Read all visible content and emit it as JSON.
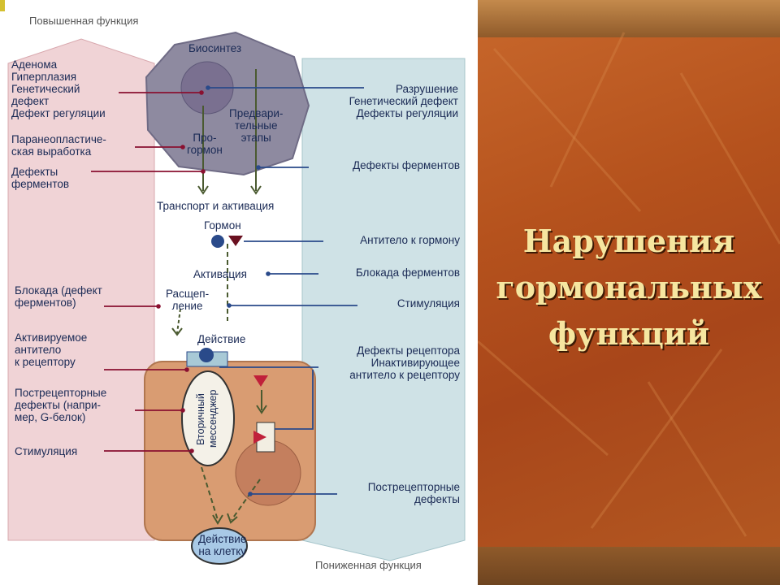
{
  "diagram": {
    "top_label": "Повышенная функция",
    "bottom_label": "Пониженная функция",
    "cell": {
      "biosynthesis": "Биосинтез",
      "preliminary_steps": "Предвари-\nтельные\nэтапы",
      "prohormone": "Про-\nгормон"
    },
    "center": {
      "transport": "Транспорт и активация",
      "hormone": "Гормон",
      "activation": "Активация",
      "cleavage": "Расщеп-\nление",
      "action": "Действие",
      "second_messenger": "Вторичный\nмессенджер",
      "cell_action": "Действие\nна клетку"
    },
    "left_labels": [
      "Аденома\nГиперплазия\nГенетический\nдефект\nДефект регуляции",
      "Паранеопластиче-\nская выработка",
      "Дефекты\nферментов",
      "Блокада (дефект\nферментов)",
      "Активируемое\nантитело\nк рецептору",
      "Пострецепторные\nдефекты (напри-\nмер, G-белок)",
      "Стимуляция"
    ],
    "right_labels": [
      "Разрушение\nГенетический дефект\nДефекты регуляции",
      "Дефекты ферментов",
      "Антитело к гормону",
      "Блокада ферментов",
      "Стимуляция",
      "Дефекты рецептора\nИнактивирующее\nантитело к рецептору",
      "Пострецепторные\nдефекты"
    ]
  },
  "slide_title": [
    "Нарушения",
    "гормональных",
    "функций"
  ],
  "colors": {
    "panel_bg": "#b5521d",
    "title_color": "#f6e6a0",
    "left_band": "#f0d3d6",
    "right_band": "#cfe2e6",
    "cell_gray": "#8e8aa0",
    "target_cell": "#d99c72",
    "line_blue": "#2a4a8a",
    "line_red": "#8a1030"
  }
}
